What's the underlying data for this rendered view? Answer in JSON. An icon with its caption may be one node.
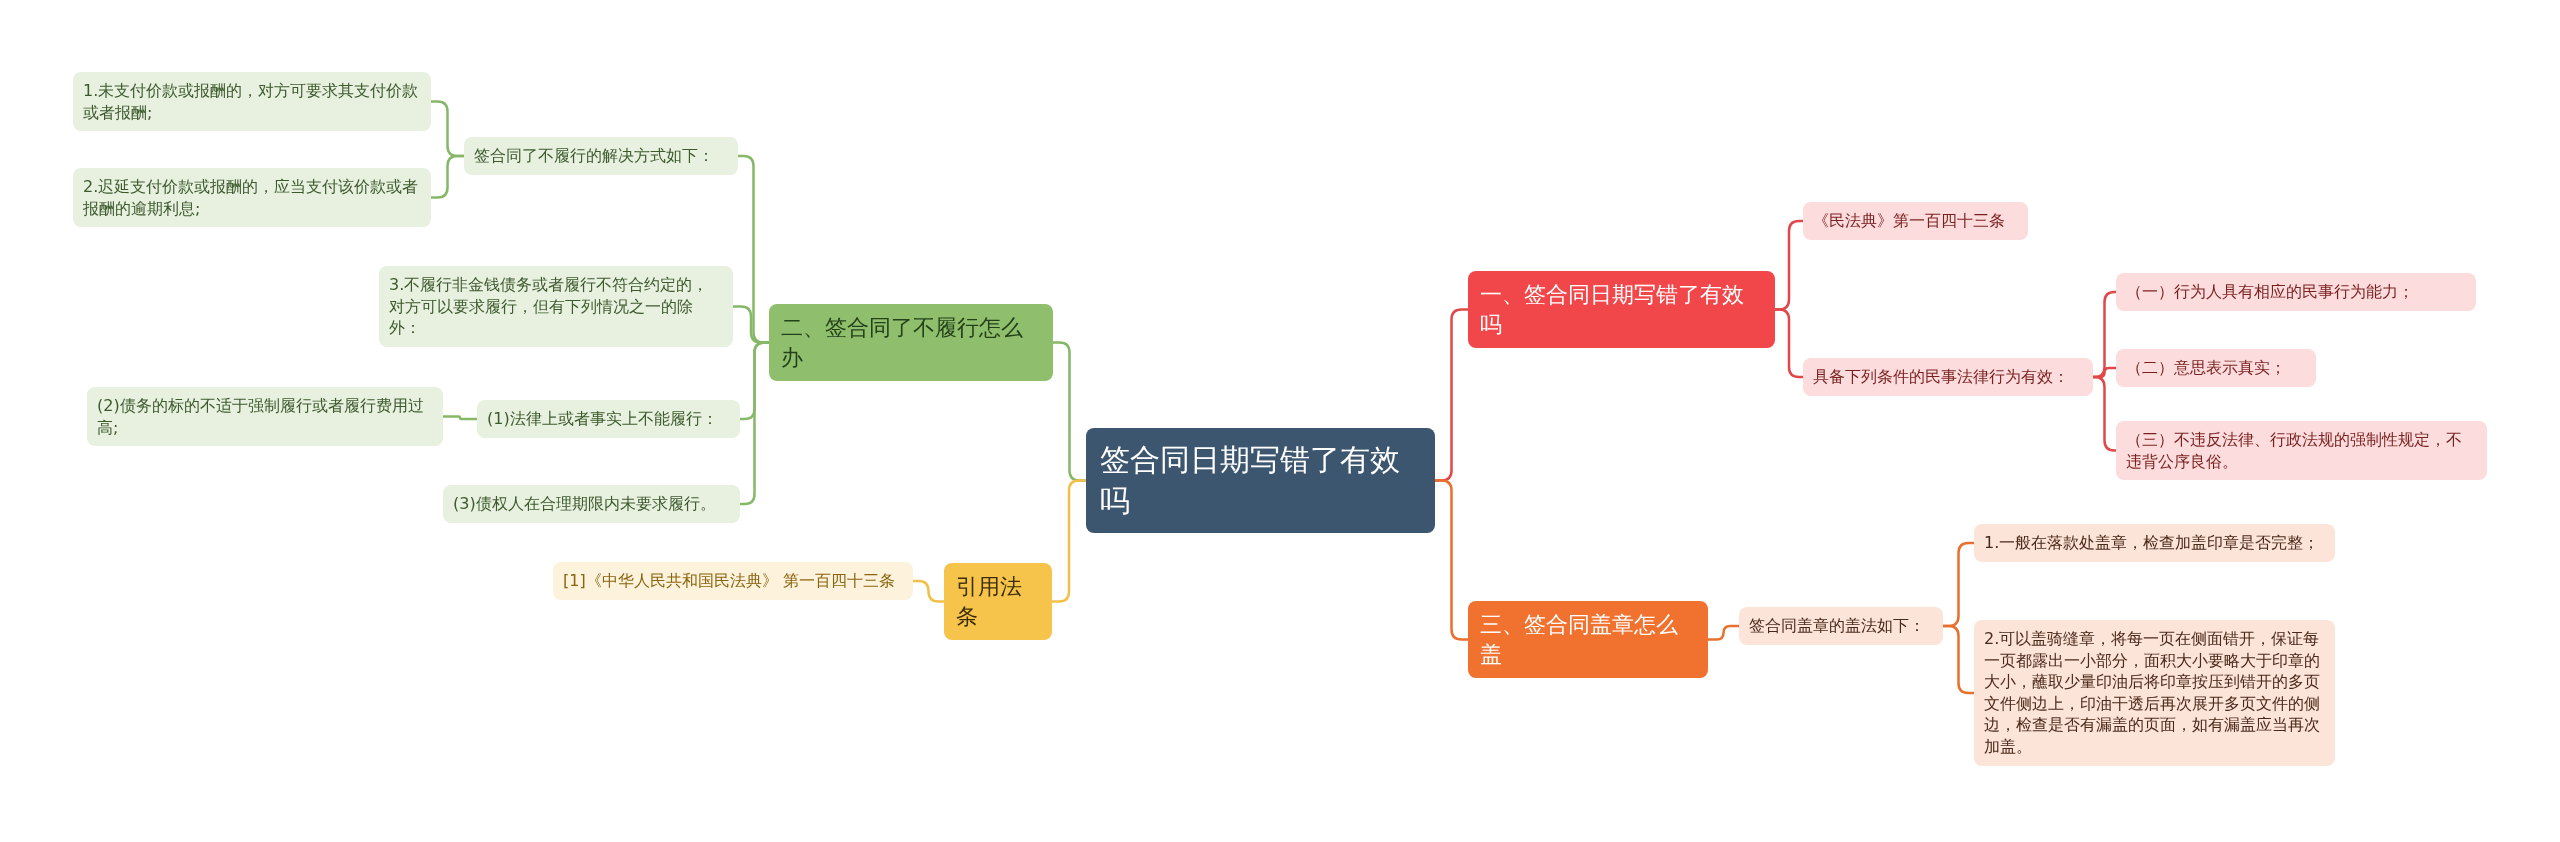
{
  "diagram": {
    "nodes": [
      {
        "text": [
          "签合同日期写错了有效吗"
        ]
      },
      {
        "text": [
          "一、签合同日期写错了有效吗"
        ]
      },
      {
        "text": [
          "《民法典》第一百四十三条"
        ]
      },
      {
        "text": [
          "具备下列条件的民事法律行为有效："
        ]
      },
      {
        "text": [
          "（一）行为人具有相应的民事行为能力；"
        ]
      },
      {
        "text": [
          "（二）意思表示真实；"
        ]
      },
      {
        "text": [
          "（三）不违反法律、行政法规的强制性规定，不违背公序良俗。"
        ]
      },
      {
        "text": [
          "三、签合同盖章怎么盖"
        ]
      },
      {
        "text": [
          "签合同盖章的盖法如下："
        ]
      },
      {
        "text": [
          "1.一般在落款处盖章，检查加盖印章是否完整；"
        ]
      },
      {
        "text": [
          "2.可以盖骑缝章，将每一页在侧面错开，保证每一页都露出一小部分，面积大小要略大于印章的大小，蘸取少量印油后将印章按压到错开的多页文件侧边上，印油干透后再次展开多页文件的侧边，检查是否有漏盖的页面，如有漏盖应当再次加盖。"
        ]
      },
      {
        "text": [
          "二、签合同了不履行怎么办"
        ]
      },
      {
        "text": [
          "签合同了不履行的解决方式如下："
        ]
      },
      {
        "text": [
          "1.未支付价款或报酬的，对方可要求其支付价款或者报酬;"
        ]
      },
      {
        "text": [
          "2.迟延支付价款或报酬的，应当支付该价款或者报酬的逾期利息;"
        ]
      },
      {
        "text": [
          "3.不履行非金钱债务或者履行不符合约定的，对方可以要求履行，但有下列情况之一的除外："
        ]
      },
      {
        "text": [
          "(1)法律上或者事实上不能履行："
        ]
      },
      {
        "text": [
          "(2)债务的标的不适于强制履行或者履行费用过高;"
        ]
      },
      {
        "text": [
          "(3)债权人在合理期限内未要求履行。"
        ]
      },
      {
        "text": [
          "引用法条"
        ]
      },
      {
        "text": [
          "[1]《中华人民共和国民法典》 第一百四十三条"
        ]
      }
    ],
    "edges": [
      {
        "from": 0,
        "to": 1,
        "arrow": "none",
        "color": "#e0484a"
      },
      {
        "from": 1,
        "to": 2,
        "arrow": "none",
        "color": "#e0484a"
      },
      {
        "from": 1,
        "to": 3,
        "arrow": "none",
        "color": "#e0484a"
      },
      {
        "from": 3,
        "to": 4,
        "arrow": "none",
        "color": "#e0484a"
      },
      {
        "from": 3,
        "to": 5,
        "arrow": "none",
        "color": "#e0484a"
      },
      {
        "from": 3,
        "to": 6,
        "arrow": "none",
        "color": "#e0484a"
      },
      {
        "from": 0,
        "to": 7,
        "arrow": "none",
        "color": "#e8702e"
      },
      {
        "from": 7,
        "to": 8,
        "arrow": "none",
        "color": "#e8702e"
      },
      {
        "from": 8,
        "to": 9,
        "arrow": "none",
        "color": "#e8702e"
      },
      {
        "from": 8,
        "to": 10,
        "arrow": "none",
        "color": "#e8702e"
      },
      {
        "from": 0,
        "to": 11,
        "arrow": "none"
      },
      {
        "from": 11,
        "to": 12,
        "arrow": "none"
      },
      {
        "from": 12,
        "to": 13,
        "arrow": "none"
      },
      {
        "from": 12,
        "to": 14,
        "arrow": "none"
      },
      {
        "from": 11,
        "to": 15,
        "arrow": "none"
      },
      {
        "from": 11,
        "to": 16,
        "arrow": "none"
      },
      {
        "from": 16,
        "to": 17,
        "arrow": "none"
      },
      {
        "from": 11,
        "to": 18,
        "arrow": "none"
      },
      {
        "from": 0,
        "to": 19,
        "arrow": "none",
        "color": "#f2c04a"
      },
      {
        "from": 19,
        "to": 20,
        "arrow": "none",
        "color": "#f2c04a"
      }
    ]
  }
}
